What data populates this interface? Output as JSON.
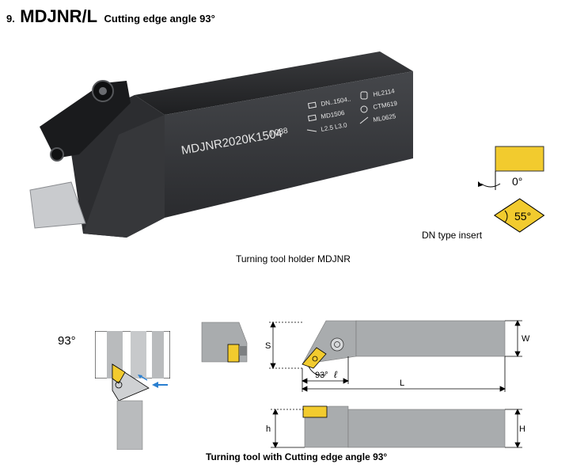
{
  "heading": {
    "number": "9.",
    "model": "MDJNR/L",
    "subtitle": "Cutting edge angle 93°"
  },
  "photo": {
    "marking_main": "MDJNR2020K1504",
    "marking_code": "J 088",
    "spec_insert": "DN..1504..",
    "spec_shim": "MD1506",
    "spec_dims": "L2.5 L3.0",
    "spec_clamp": "HL2114",
    "spec_screw": "CTM619",
    "spec_pin": "ML0625"
  },
  "insert_info": {
    "clearance_angle": "0°",
    "tip_angle": "55°",
    "caption": "DN type insert"
  },
  "photo_caption": "Turning tool holder MDJNR",
  "drawing": {
    "approach_angle": "93°",
    "dim_s": "S",
    "dim_w": "W",
    "dim_h_small": "h",
    "dim_h_large": "H",
    "dim_l": "L",
    "dim_angle": "93°",
    "dim_ell": "ℓ"
  },
  "drawing_caption": "Turning tool with Cutting edge angle 93°",
  "colors": {
    "insert_gold": "#f2cb2e",
    "holder_gray": "#a9acae",
    "steel_dark": "#2a2b2d",
    "arrow_blue": "#2a7fd0"
  }
}
